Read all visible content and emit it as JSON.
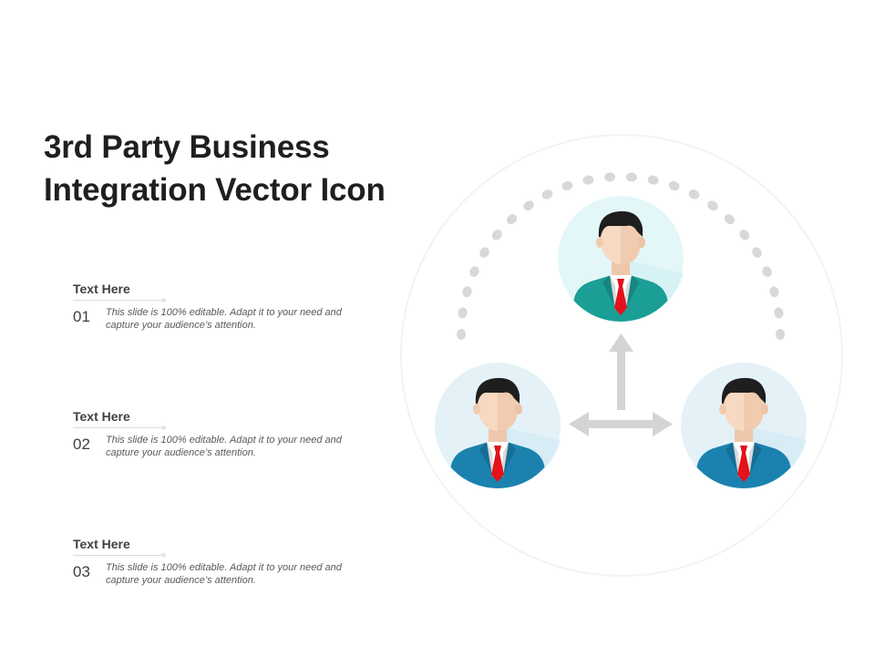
{
  "slide": {
    "title": "3rd Party Business Integration Vector Icon"
  },
  "items": [
    {
      "heading": "Text Here",
      "number": "01",
      "text": "This slide is 100% editable. Adapt it to your need and capture your audience’s attention."
    },
    {
      "heading": "Text Here",
      "number": "02",
      "text": "This slide is 100% editable. Adapt it to your need and capture your audience’s attention."
    },
    {
      "heading": "Text Here",
      "number": "03",
      "text": "This slide is 100% editable. Adapt it to your need and capture your audience’s attention."
    }
  ],
  "icons": {
    "top": "businessman-icon",
    "left": "businessman-icon",
    "right": "businessman-icon",
    "arrows": "arrow-up-and-horizontal-double-arrow",
    "arc": "dotted-arc"
  },
  "colors": {
    "title": "#1f1f1f",
    "suit_top": "#1a9e96",
    "suit_bottom": "#1b82b0",
    "circle_top": "#e4f7f8",
    "circle_bottom": "#e4f2f8",
    "tie": "#e3121b",
    "hair": "#1e1e1e",
    "skin": "#f7d9c2",
    "arrow": "#d4d4d4",
    "dots": "#d8d8d8"
  }
}
